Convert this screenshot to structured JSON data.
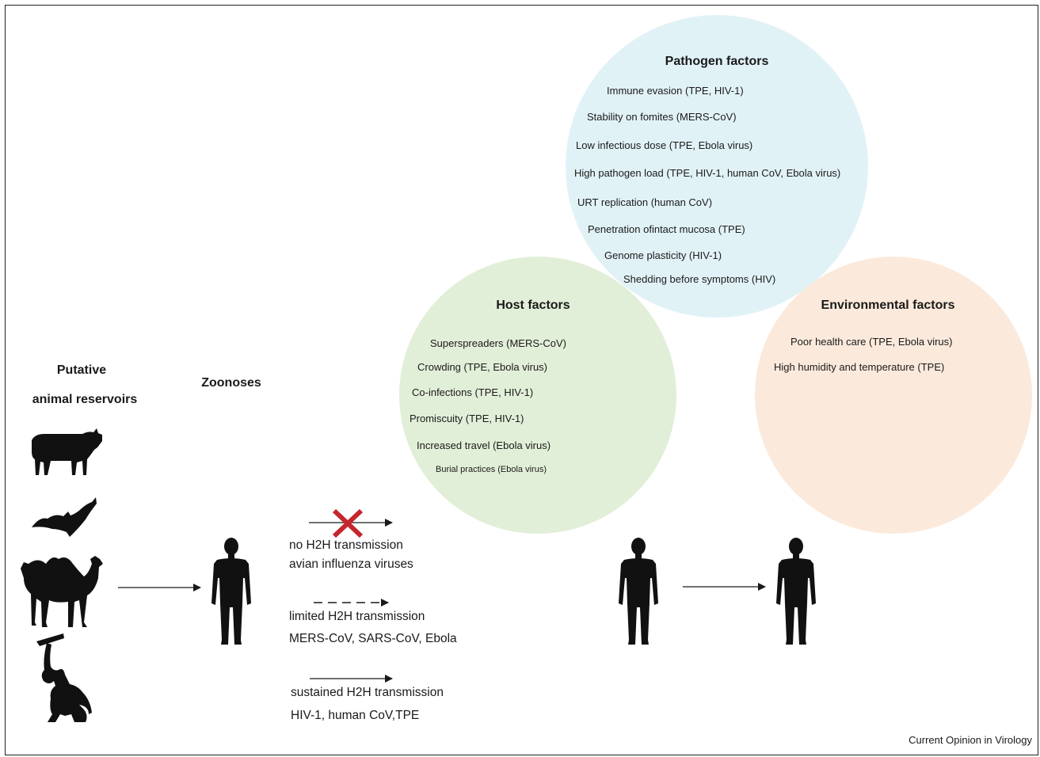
{
  "pathogen": {
    "title": "Pathogen factors",
    "color": "#e1f2f7",
    "items": [
      "Immune evasion (TPE, HIV-1)",
      "Stability on fomites (MERS-CoV)",
      "Low infectious dose (TPE, Ebola virus)",
      "High pathogen load (TPE, HIV-1, human CoV, Ebola virus)",
      "URT replication (human CoV)",
      "Penetration ofintact mucosa (TPE)",
      "Genome plasticity (HIV-1)",
      "Shedding before symptoms (HIV)"
    ]
  },
  "host": {
    "title": "Host factors",
    "color": "#e2efd8",
    "items": [
      "Superspreaders (MERS-CoV)",
      "Crowding (TPE, Ebola virus)",
      "Co-infections (TPE, HIV-1)",
      "Promiscuity (TPE, HIV-1)",
      "Increased travel (Ebola virus)",
      "Burial practices (Ebola virus)"
    ]
  },
  "environment": {
    "title": "Environmental factors",
    "color": "#fbeadc",
    "items": [
      "Poor health care (TPE, Ebola virus)",
      "High humidity and temperature (TPE)"
    ]
  },
  "reservoirs": {
    "title_line1": "Putative",
    "title_line2": "animal reservoirs",
    "animals": [
      "cow-icon",
      "bat-icon",
      "camel-icon",
      "chimpanzee-icon"
    ]
  },
  "zoonoses": {
    "title": "Zoonoses"
  },
  "transmission": [
    {
      "line1": "no H2H transmission",
      "line2": "avian influenza viruses"
    },
    {
      "line1": "limited H2H transmission",
      "line2": "MERS-CoV, SARS-CoV, Ebola"
    },
    {
      "line1": "sustained H2H transmission",
      "line2": "HIV-1, human CoV,TPE"
    }
  ],
  "colors": {
    "cross": "#c4262e",
    "ink": "#1a1a1a"
  },
  "credit": "Current Opinion in Virology"
}
